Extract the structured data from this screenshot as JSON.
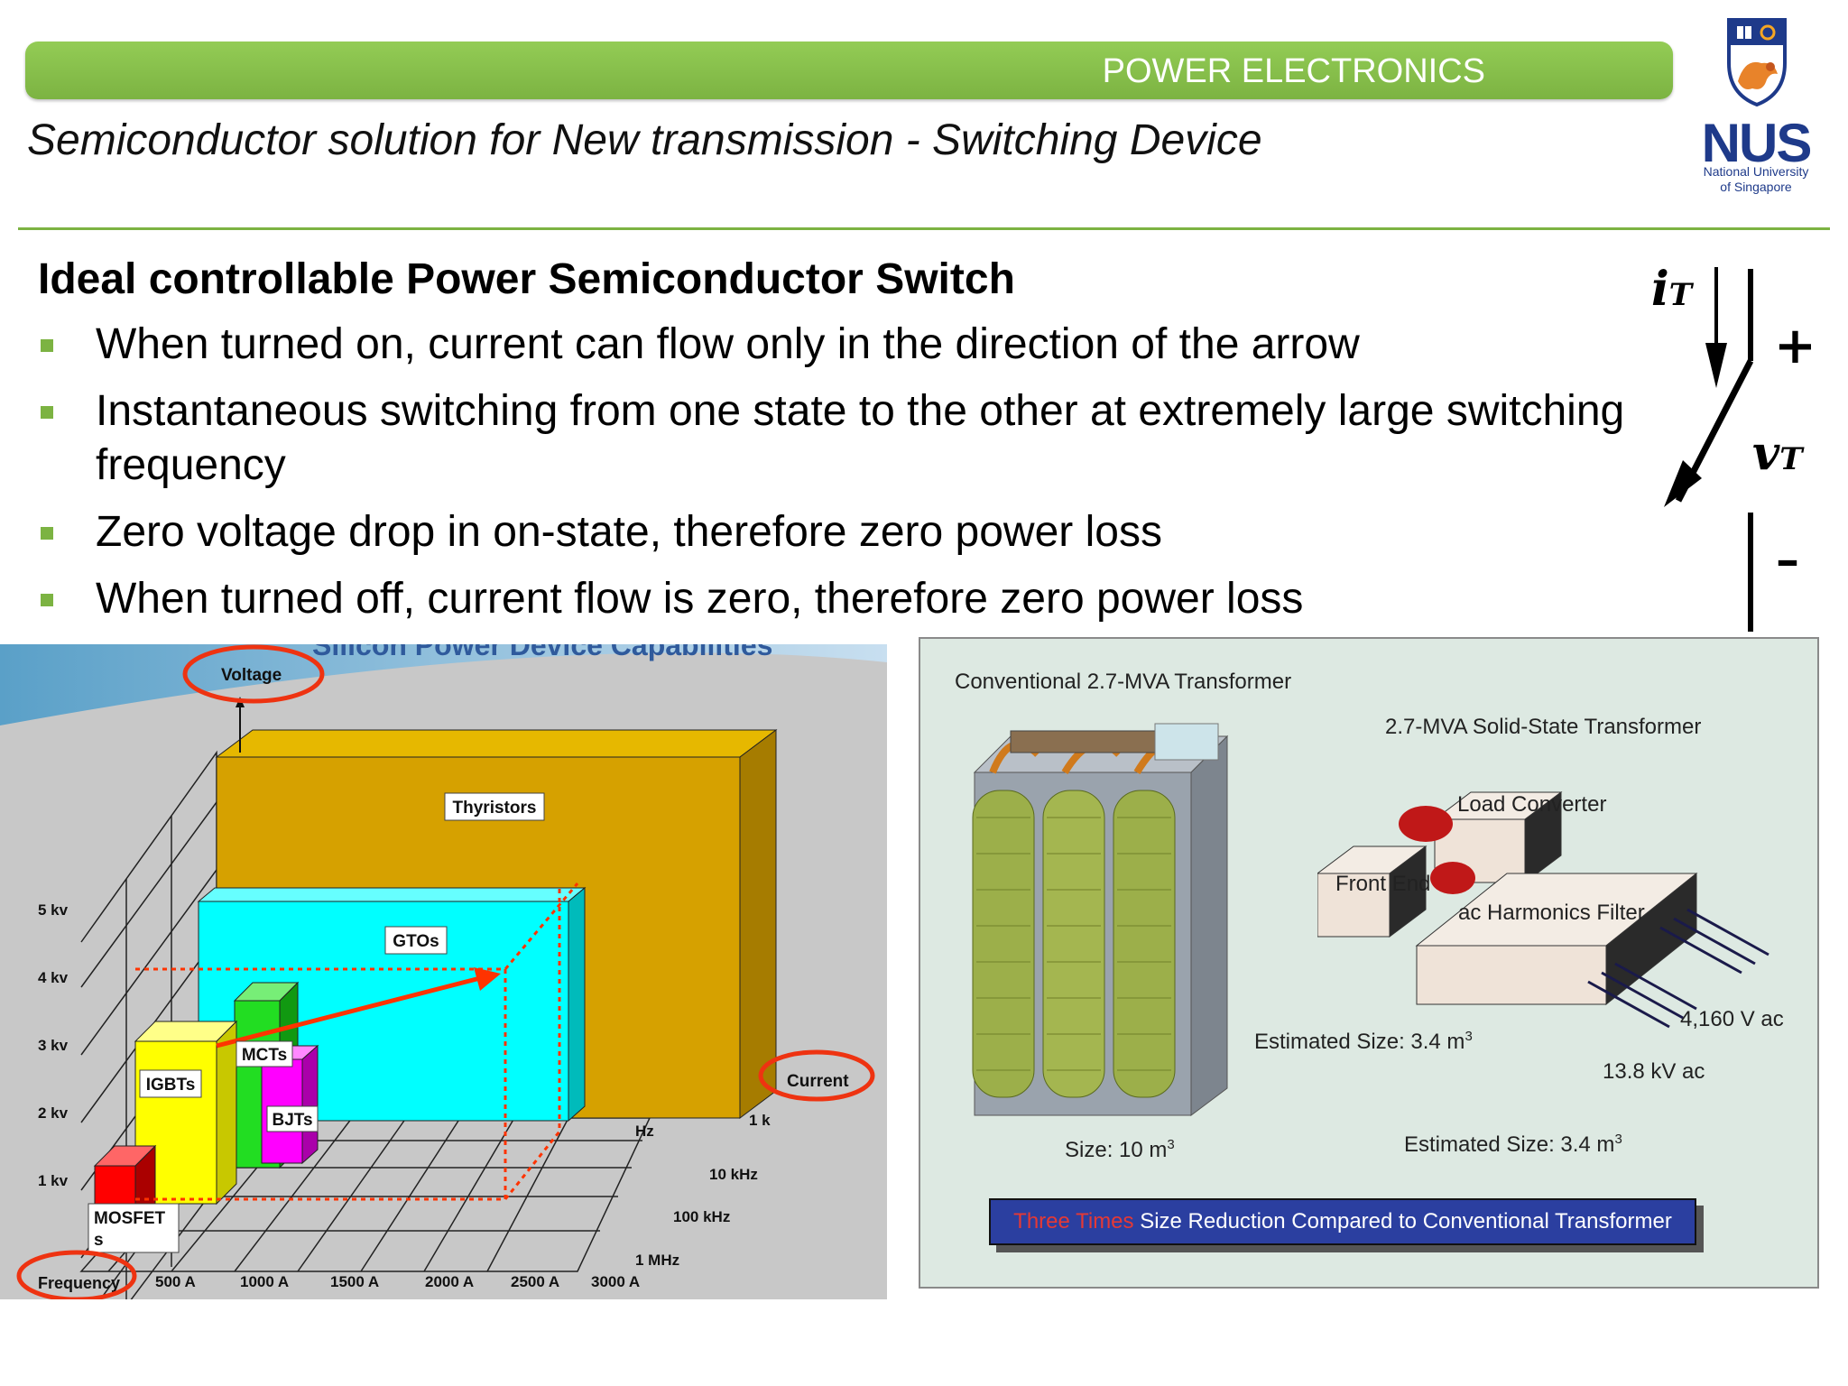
{
  "header": {
    "label": "POWER ELECTRONICS",
    "subtitle": "Semiconductor solution for New transmission - Switching Device"
  },
  "logo": {
    "acronym": "NUS",
    "name_line1": "National University",
    "name_line2": "of Singapore"
  },
  "content": {
    "heading": "Ideal controllable Power Semiconductor Switch",
    "bullets": [
      "When turned on, current can flow only in the direction of the arrow",
      "Instantaneous switching from one state to the other at extremely large switching frequency",
      "Zero voltage drop in on-state, therefore zero power loss",
      "When turned off, current flow is zero, therefore zero power loss"
    ]
  },
  "switch_symbol": {
    "current_label": "i",
    "current_sub": "T",
    "voltage_label": "v",
    "voltage_sub": "T",
    "plus": "+",
    "minus": "–"
  },
  "device_chart": {
    "title": "Silicon Power Device Capabilities",
    "voltage_axis": "Voltage",
    "current_axis": "Current",
    "frequency_axis": "Frequency",
    "hz_label": "Hz",
    "voltage_ticks": [
      "1 kv",
      "2 kv",
      "3 kv",
      "4 kv",
      "5 kv"
    ],
    "current_ticks": [
      "500 A",
      "1000 A",
      "1500 A",
      "2000 A",
      "2500 A",
      "3000 A"
    ],
    "frequency_ticks": [
      "1 k",
      "10 kHz",
      "100 kHz",
      "1 MHz"
    ],
    "devices": {
      "thyristors": "Thyristors",
      "gtos": "GTOs",
      "igbts": "IGBTs",
      "mcts": "MCTs",
      "bjts": "BJTs",
      "mosfets": "MOSFET",
      "mosfets_suffix": "s"
    },
    "colors": {
      "thyristors": "#d6a100",
      "gtos": "#00ffff",
      "igbts": "#ffff00",
      "mcts": "#22dd22",
      "bjts": "#ff00ff",
      "mosfets": "#ff0000",
      "highlight": "#ff3300"
    }
  },
  "transformer_figure": {
    "conventional_title": "Conventional 2.7-MVA Transformer",
    "solid_state_title": "2.7-MVA Solid-State Transformer",
    "load_converter": "Load Converter",
    "front_end": "Front End",
    "harmonics_filter": "ac Harmonics Filter",
    "estimated_size_inline": "Estimated Size:  3.4 m",
    "voltage_4160": "4,160 V ac",
    "voltage_13_8": "13.8 kV ac",
    "size_conventional": "Size: 10 m",
    "estimated_size": "Estimated Size:  3.4 m",
    "cube": "3",
    "banner_highlight": "Three Times",
    "banner_text": " Size Reduction Compared to Conventional Transformer"
  }
}
